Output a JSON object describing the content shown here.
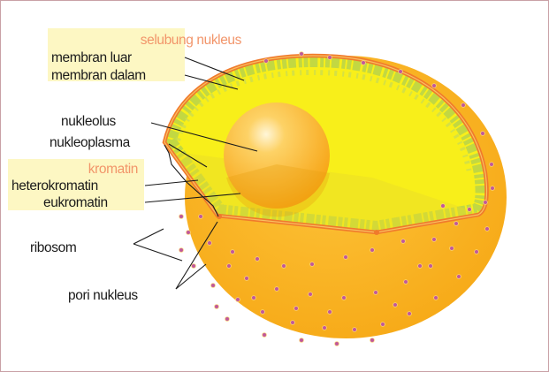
{
  "labels": {
    "nuclear_envelope": "selubung nukleus",
    "outer_membrane": "membran luar",
    "inner_membrane": "membran dalam",
    "nucleolus": "nukleolus",
    "nucleoplasm": "nukleoplasma",
    "chromatin": "kromatin",
    "heterochromatin": "heterokromatin",
    "euchromatin": "eukromatin",
    "ribosome": "ribosom",
    "nuclear_pore": "pori nukleus"
  },
  "colors": {
    "cytoplasm": "#fbb41e",
    "envelope": "#f07a2c",
    "nucleoplasm": "#f8ef1a",
    "chromatin": "#b8d44a",
    "nucleolus": "#fbb61c",
    "ribosome": "#c0589c",
    "label_highlight": "#fdf7c3",
    "accent_text": "#f2956a"
  }
}
